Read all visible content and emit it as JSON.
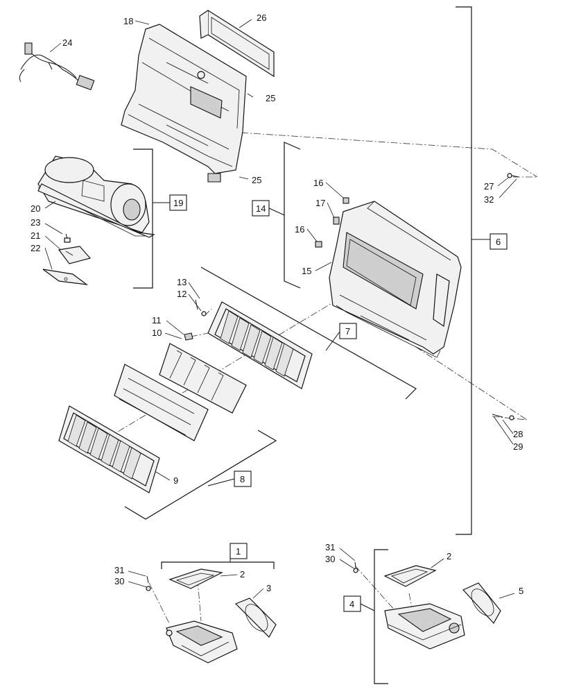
{
  "callouts": {
    "c1": "1",
    "c2a": "2",
    "c2b": "2",
    "c3": "3",
    "c4": "4",
    "c5": "5",
    "c6": "6",
    "c7": "7",
    "c8": "8",
    "c9": "9",
    "c10": "10",
    "c11": "11",
    "c12": "12",
    "c13": "13",
    "c14": "14",
    "c15": "15",
    "c16a": "16",
    "c16b": "16",
    "c17": "17",
    "c18": "18",
    "c19": "19",
    "c20": "20",
    "c21": "21",
    "c22": "22",
    "c23": "23",
    "c24": "24",
    "c25a": "25",
    "c25b": "25",
    "c26": "26",
    "c27": "27",
    "c28": "28",
    "c29": "29",
    "c30a": "30",
    "c30b": "30",
    "c31a": "31",
    "c31b": "31",
    "c32": "32"
  }
}
